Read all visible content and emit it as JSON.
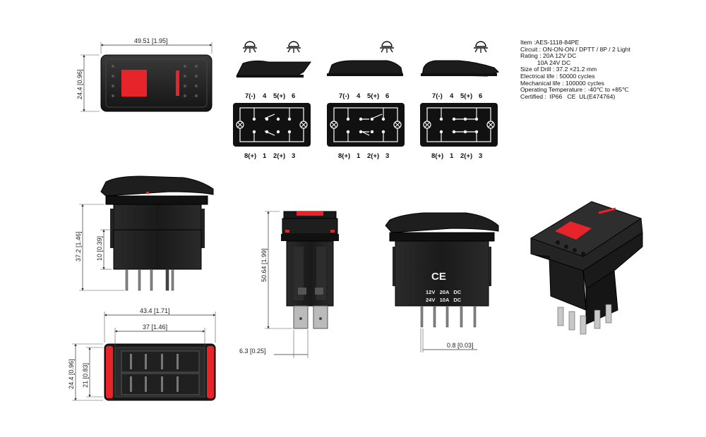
{
  "dimensions": {
    "front_width": "49.51",
    "front_width_in": "1.95",
    "front_height": "24.4",
    "front_height_in": "0.96",
    "side_height": "37.2",
    "side_height_in": "1.46",
    "side_inner": "10",
    "side_inner_in": "0.39",
    "bottom_width": "43.4",
    "bottom_width_in": "1.71",
    "bottom_inner_width": "37",
    "bottom_inner_width_in": "1.46",
    "bottom_height": "24.4",
    "bottom_height_in": "0.96",
    "bottom_inner_height": "21",
    "bottom_inner_height_in": "0.83",
    "total_height": "50.64",
    "total_height_in": "1.99",
    "terminal_offset": "6.3",
    "terminal_offset_in": "0.25",
    "terminal_thickness": "0.8",
    "terminal_thickness_in": "0.03"
  },
  "terminals": {
    "top": [
      "7(-)",
      "4",
      "5(+)",
      "6"
    ],
    "bottom": [
      "8(+)",
      "1",
      "2(+)",
      "3"
    ]
  },
  "rear_label": {
    "ce": "CE",
    "line1": "12V   20A   DC",
    "line2": "24V   10A   DC"
  },
  "specs": {
    "item": "Item :AES-1118-84PE",
    "circuit": "Circuit : ON-ON-ON / DPTT / 8P / 2 Light",
    "rating": "Rating : 20A 12V DC",
    "rating2": "          10A 24V DC",
    "drill": "Size of Drill : 37.2 ×21.2 mm",
    "electrical": "Electrical life : 50000 cycles",
    "mechanical": "Mechanical life : 100000 cycles",
    "temperature": "Operating Temperature : -40℃ to +85℃",
    "certified": "Certified :  IP66   CE  UL(E474764)"
  },
  "colors": {
    "body": "#1c1c1c",
    "accent_red": "#e8242b",
    "line": "#333333"
  },
  "icons": [
    "lamp-icon",
    "lamp-icon",
    "lamp-icon",
    "lamp-icon"
  ]
}
